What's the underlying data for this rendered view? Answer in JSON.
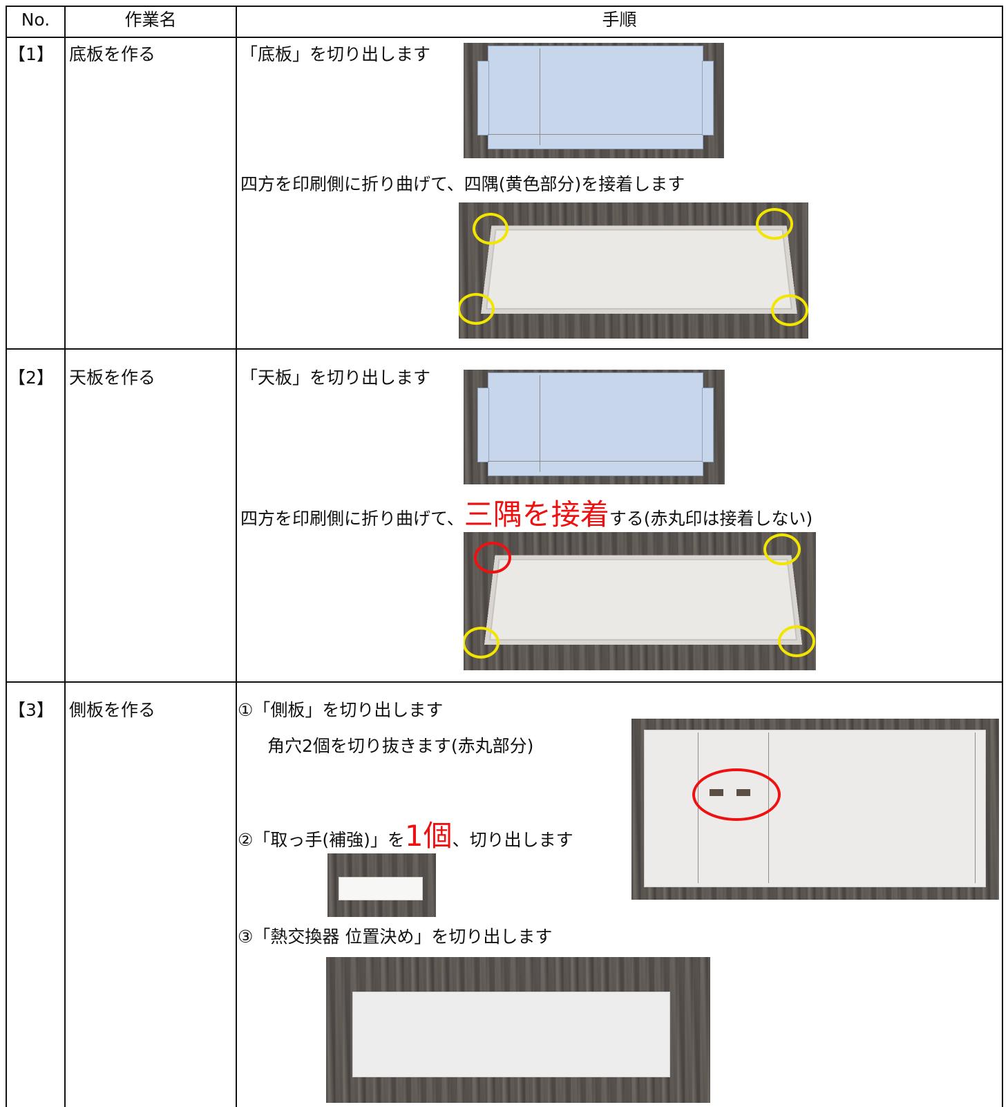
{
  "table": {
    "headers": {
      "no": "No.",
      "task": "作業名",
      "steps": "手順"
    },
    "rows": [
      {
        "no": "【1】",
        "task": "底板を作る",
        "steps": [
          {
            "text": "「底板」を切り出します"
          },
          {
            "text": "四方を印刷側に折り曲げて、四隅(黄色部分)を接着します"
          }
        ]
      },
      {
        "no": "【2】",
        "task": "天板を作る",
        "steps": [
          {
            "text": "「天板」を切り出します"
          },
          {
            "pre": "四方を印刷側に折り曲げて、",
            "emph": "三隅を接着",
            "post": "する(赤丸印は接着しない)"
          }
        ]
      },
      {
        "no": "【3】",
        "task": "側板を作る",
        "steps": [
          {
            "text": "①「側板」を切り出します"
          },
          {
            "text": "　角穴2個を切り抜きます(赤丸部分)"
          },
          {
            "pre": "②「取っ手(補強)」を",
            "emph": "1個",
            "post": "、切り出します"
          },
          {
            "text": "③「熱交換器 位置決め」を切り出します"
          }
        ]
      }
    ]
  },
  "colors": {
    "ring_yellow": "#f2e600",
    "ring_red": "#ee1111",
    "emphasis_red": "#ee1111",
    "grid_line": "#111111"
  }
}
